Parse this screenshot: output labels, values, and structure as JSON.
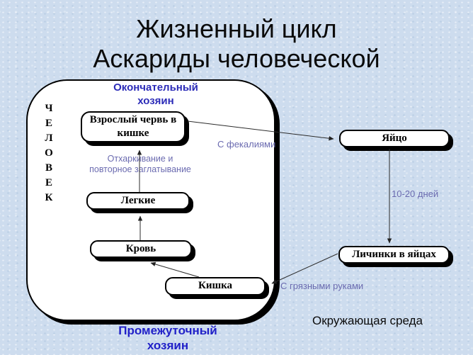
{
  "title": {
    "line1": "Жизненный цикл",
    "line2": "Аскариды человеческой"
  },
  "hosts": {
    "final": {
      "line1": "Окончательный",
      "line2": "хозяин"
    },
    "intermediate": {
      "line1": "Промежуточный",
      "line2": "хозяин"
    },
    "human": {
      "word": "ЧЕЛОВЕК",
      "letters": [
        "Ч",
        "Е",
        "Л",
        "О",
        "В",
        "Е",
        "К"
      ]
    }
  },
  "nodes": {
    "adult_worm": "Взрослый червь в кишке",
    "lungs": "Легкие",
    "blood": "Кровь",
    "gut": "Кишка",
    "egg": "Яйцо",
    "larvae": "Личинки в яйцах"
  },
  "edge_labels": {
    "with_feces": "С фекалиями",
    "expectoration": {
      "line1": "Отхаркивание и",
      "line2": "повторное заглатывание"
    },
    "incubation": "10-20 дней",
    "dirty_hands": "С грязными руками"
  },
  "environment": "Окружающая среда",
  "edges": [
    {
      "from": "adult_worm",
      "to": "egg",
      "label": "С фекалиями"
    },
    {
      "from": "egg",
      "to": "larvae",
      "label": "10-20 дней"
    },
    {
      "from": "larvae",
      "to": "gut",
      "label": "С грязными руками"
    },
    {
      "from": "gut",
      "to": "blood",
      "label": ""
    },
    {
      "from": "blood",
      "to": "lungs",
      "label": ""
    },
    {
      "from": "lungs",
      "to": "adult_worm",
      "label": "Отхаркивание и повторное заглатывание"
    }
  ],
  "colors": {
    "background": "#cddcee",
    "host_label_blue": "#2c2cb8",
    "intermediate_blue": "#2121c8",
    "edge_label_blue": "#6b6bb0",
    "box_fill": "#ffffff",
    "box_border": "#000000",
    "text_black": "#0b0b0b"
  }
}
